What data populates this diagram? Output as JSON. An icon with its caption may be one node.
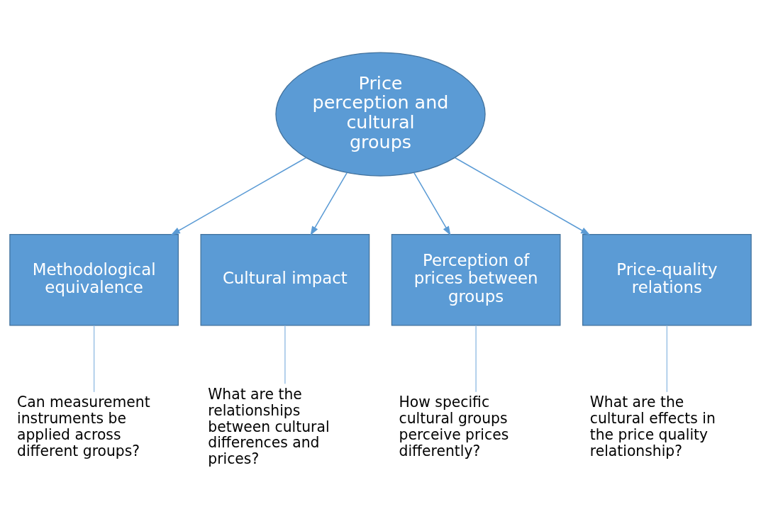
{
  "diagram": {
    "nodes": [
      {
        "text": [
          "Price perception and cultural groups"
        ]
      },
      {
        "text": [
          "Methodological equivalence"
        ]
      },
      {
        "text": [
          "Cultural impact"
        ]
      },
      {
        "text": [
          "Perception of prices between groups"
        ]
      },
      {
        "text": [
          "Price-quality relations"
        ]
      },
      {
        "text": [
          "Can measurement instruments be applied across different groups?"
        ]
      },
      {
        "text": [
          "What are the relationships between cultural differences and prices?"
        ]
      },
      {
        "text": [
          "How specific cultural groups perceive prices differently?"
        ]
      },
      {
        "text": [
          "What are the cultural effects in the price quality relationship?"
        ]
      }
    ],
    "edges": [
      {
        "from": 0,
        "to": 1,
        "arrow": "to"
      },
      {
        "from": 0,
        "to": 2,
        "arrow": "to"
      },
      {
        "from": 0,
        "to": 3,
        "arrow": "to"
      },
      {
        "from": 0,
        "to": 4,
        "arrow": "to"
      },
      {
        "from": 1,
        "to": 5,
        "arrow": "none"
      },
      {
        "from": 2,
        "to": 6,
        "arrow": "none"
      },
      {
        "from": 3,
        "to": 7,
        "arrow": "none"
      },
      {
        "from": 4,
        "to": 8,
        "arrow": "none"
      }
    ]
  }
}
